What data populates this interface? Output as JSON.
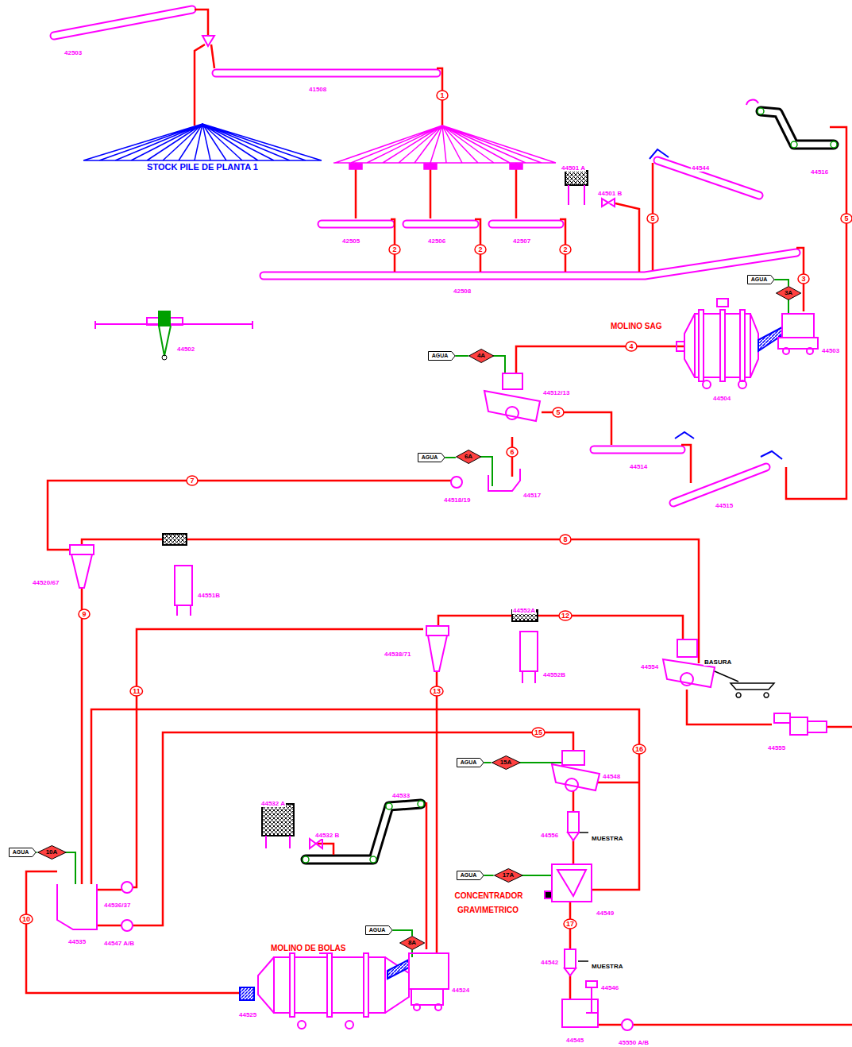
{
  "diagram": {
    "nodes": [
      {
        "text": [
          "1"
        ]
      },
      {
        "text": [
          "STOCK PILE DE PLANTA 1"
        ]
      },
      {
        "text": [
          "5"
        ]
      },
      {
        "text": [
          "5"
        ]
      },
      {
        "text": [
          "2"
        ]
      },
      {
        "text": [
          "2"
        ]
      },
      {
        "text": [
          "2"
        ]
      },
      {
        "text": [
          "AGUA"
        ]
      },
      {
        "text": [
          "3"
        ]
      },
      {
        "text": [
          "3A"
        ]
      },
      {
        "text": [
          "4"
        ]
      },
      {
        "text": [
          "AGUA"
        ]
      },
      {
        "text": [
          "4A"
        ]
      },
      {
        "text": [
          "5"
        ]
      },
      {
        "text": [
          "6"
        ]
      },
      {
        "text": [
          "AGUA"
        ]
      },
      {
        "text": [
          "6A"
        ]
      },
      {
        "text": [
          "7"
        ]
      },
      {
        "text": [
          "8"
        ]
      },
      {
        "text": [
          "9"
        ]
      },
      {
        "text": [
          "12"
        ]
      },
      {
        "text": [
          "11"
        ]
      },
      {
        "text": [
          "13"
        ]
      },
      {
        "text": [
          "15"
        ]
      },
      {
        "text": [
          "16"
        ]
      },
      {
        "text": [
          "AGUA"
        ]
      },
      {
        "text": [
          "15A"
        ]
      },
      {
        "text": [
          "AGUA"
        ]
      },
      {
        "text": [
          "10A"
        ]
      },
      {
        "text": [
          "AGUA"
        ]
      },
      {
        "text": [
          "17A"
        ]
      },
      {
        "text": [
          "10"
        ]
      },
      {
        "text": [
          "17"
        ]
      },
      {
        "text": [
          "AGUA"
        ]
      },
      {
        "text": [
          "8A"
        ]
      }
    ],
    "edges": [
      {
        "from": 7,
        "to": 9,
        "arrow": "none"
      },
      {
        "from": 11,
        "to": 12,
        "arrow": "none"
      },
      {
        "from": 15,
        "to": 16,
        "arrow": "none"
      },
      {
        "from": 25,
        "to": 26,
        "arrow": "none"
      },
      {
        "from": 27,
        "to": 28,
        "arrow": "none"
      },
      {
        "from": 29,
        "to": 30,
        "arrow": "none"
      },
      {
        "from": 33,
        "to": 34,
        "arrow": "none"
      }
    ],
    "labels": [
      "42503",
      "41508",
      "42505",
      "42506",
      "42507",
      "42508",
      "44501 A",
      "44501 B",
      "44544",
      "44516",
      "44502",
      "MOLINO SAG",
      "44503",
      "44504",
      "44512/13",
      "44514",
      "44515",
      "44517",
      "44518/19",
      "44520/67",
      "44551B",
      "44538/71",
      "44552A",
      "44552B",
      "44554",
      "BASURA",
      "44555",
      "44548",
      "44556",
      "MUESTRA",
      "CONCENTRADOR GRAVIMETRICO",
      "44549",
      "44542",
      "MUESTRA",
      "44546",
      "44545",
      "45550 A/B",
      "44532 A",
      "44532 B",
      "44533",
      "MOLINO DE BOLAS",
      "44524",
      "44525",
      "44535",
      "44536/37",
      "44547 A/B"
    ]
  }
}
